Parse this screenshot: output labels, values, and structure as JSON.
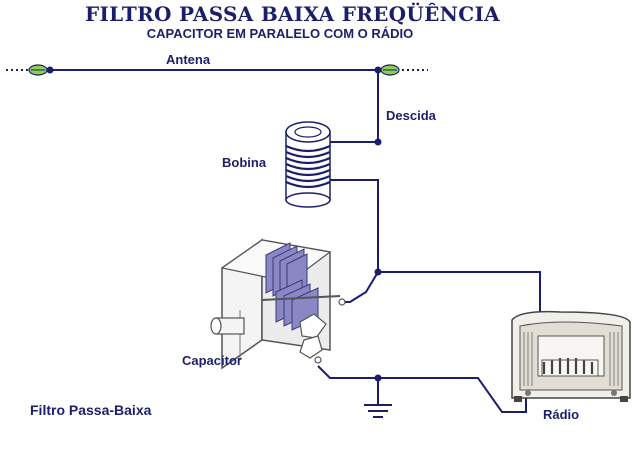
{
  "title": "FILTRO PASSA BAIXA FREQÜÊNCIA",
  "subtitle": "CAPACITOR EM PARALELO COM O RÁDIO",
  "labels": {
    "antenna": "Antena",
    "downlead": "Descida",
    "coil": "Bobina",
    "capacitor": "Capacitor",
    "radio": "Rádio",
    "caption": "Filtro Passa-Baixa"
  },
  "colors": {
    "text": "#1b1f6b",
    "wire": "#1b1f6b",
    "insulator": "#8fd14f"
  },
  "icons": [
    "antenna-insulator-icon",
    "coil-icon",
    "variable-capacitor-icon",
    "ground-icon",
    "radio-icon"
  ]
}
